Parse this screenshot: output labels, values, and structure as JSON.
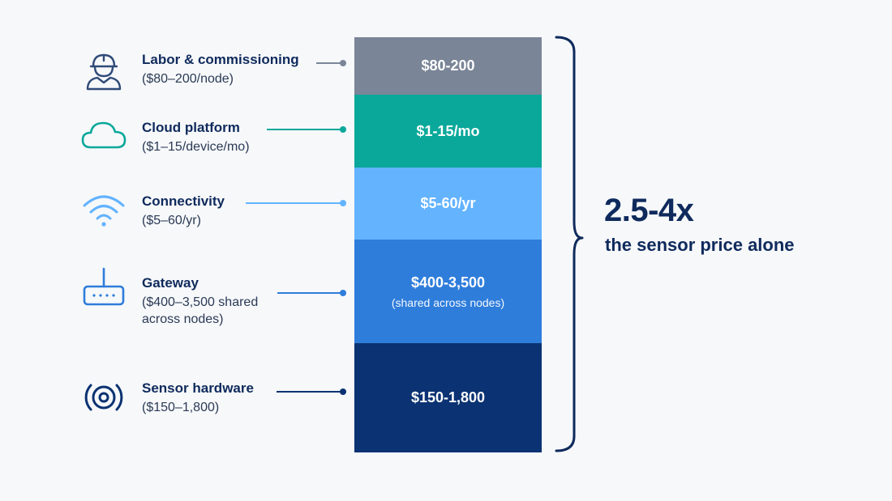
{
  "colors": {
    "labor": "#7a8597",
    "cloud": "#0aa89a",
    "connectivity": "#63b3ff",
    "gateway": "#2e7ddb",
    "sensor": "#0b3272",
    "text_dark": "#0f2a5c"
  },
  "layers": [
    {
      "name": "Labor & commissioning",
      "detail": "($80–200/node)",
      "value": "$80-200",
      "note": "",
      "icon": "worker-hardhat-icon",
      "color_key": "labor"
    },
    {
      "name": "Cloud platform",
      "detail": "($1–15/device/mo)",
      "value": "$1-15/mo",
      "note": "",
      "icon": "cloud-icon",
      "color_key": "cloud"
    },
    {
      "name": "Connectivity",
      "detail": "($5–60/yr)",
      "value": "$5-60/yr",
      "note": "",
      "icon": "wifi-icon",
      "color_key": "connectivity"
    },
    {
      "name": "Gateway",
      "detail": "($400–3,500 shared across nodes)",
      "value": "$400-3,500",
      "note": "(shared across nodes)",
      "icon": "router-icon",
      "color_key": "gateway"
    },
    {
      "name": "Sensor hardware",
      "detail": "($150–1,800)",
      "value": "$150-1,800",
      "note": "",
      "icon": "sensor-icon",
      "color_key": "sensor"
    }
  ],
  "summary": {
    "multiplier": "2.5-4x",
    "caption": "the sensor price alone"
  }
}
